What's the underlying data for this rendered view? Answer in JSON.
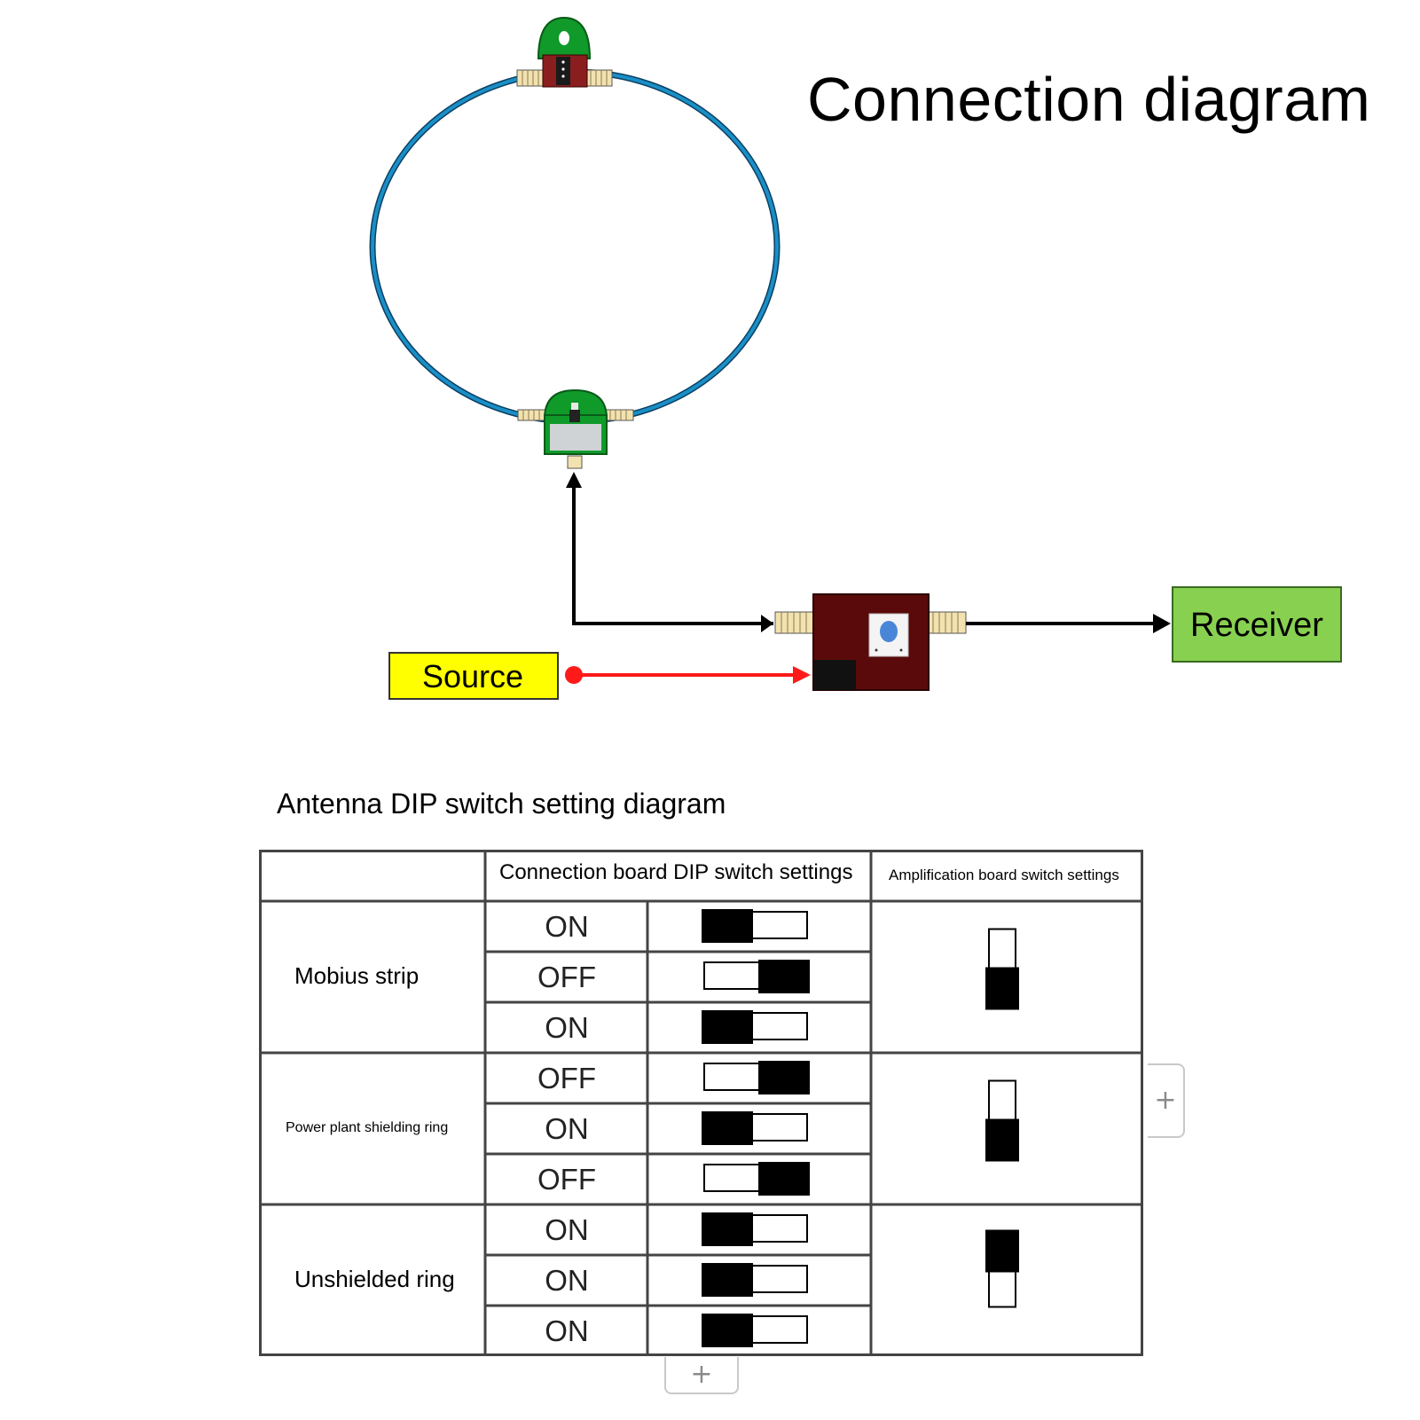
{
  "title": "Connection diagram",
  "diagram": {
    "source_label": "Source",
    "receiver_label": "Receiver",
    "colors": {
      "loop": "#1a8fc6",
      "board_green": "#0f9a2a",
      "board_maroon": "#5a0a0a",
      "source_fill": "#ffff00",
      "receiver_fill": "#88d050",
      "signal_red": "#ff1a1a",
      "wire": "#000000"
    }
  },
  "table": {
    "title": "Antenna DIP switch setting diagram",
    "header": {
      "connection_board": "Connection board DIP switch settings",
      "amplification_board": "Amplification board switch settings"
    },
    "groups": [
      {
        "label": "Mobius strip",
        "rows": [
          {
            "state": "ON",
            "switch": "left"
          },
          {
            "state": "OFF",
            "switch": "right"
          },
          {
            "state": "ON",
            "switch": "left"
          }
        ],
        "amp_switch": "down"
      },
      {
        "label": "Power plant shielding ring",
        "rows": [
          {
            "state": "OFF",
            "switch": "right"
          },
          {
            "state": "ON",
            "switch": "left"
          },
          {
            "state": "OFF",
            "switch": "right"
          }
        ],
        "amp_switch": "down"
      },
      {
        "label": "Unshielded ring",
        "rows": [
          {
            "state": "ON",
            "switch": "left"
          },
          {
            "state": "ON",
            "switch": "left"
          },
          {
            "state": "ON",
            "switch": "left"
          }
        ],
        "amp_switch": "up"
      }
    ]
  },
  "controls": {
    "add_column_label": "+",
    "add_row_label": "+"
  }
}
